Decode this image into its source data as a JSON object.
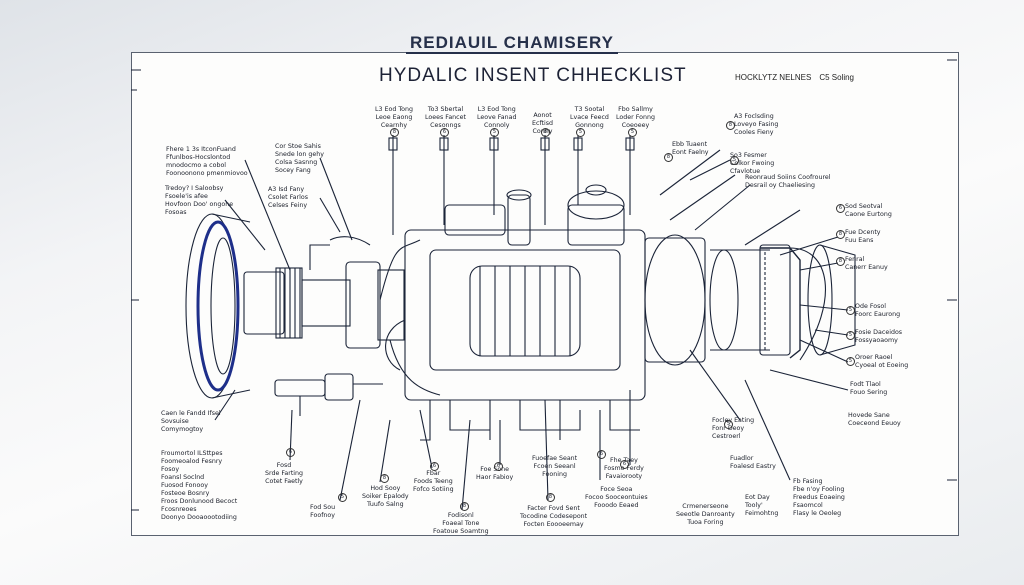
{
  "header": {
    "top_title": "REDIAUIL CHAMISERY",
    "main_title": "HYDALIC INSENT CHHECKLIST",
    "corner_note_a": "HOCKLYTZ NELNES",
    "corner_note_b": "C5 Soling"
  },
  "colors": {
    "ink": "#1b2438",
    "accent": "#1e2f8a",
    "paper": "#fdfdfc"
  },
  "labels": {
    "top1": "L3 Eod Tong\nLeoe Eaong\nCearnhy",
    "top2": "To3 Sbertal\nLoees Fancet\nCesonngs",
    "top3": "L3 Eod Tong\nLeove Fanad\nConnoly",
    "top4": "Aonot\nEcftisd\nConny",
    "top5": "T3 Sootal\nLvace Feecd\nGonnong",
    "top6": "Fbo Sallmy\nLoder Fonng\nCoeoeey",
    "r1": "Ebb Tuaent\nEont Faelny",
    "r2": "A3 Foclsding\nLoveyo Fasing\nCooles Fieny",
    "r3": "So3 Fesmer\nColkor Fwoing\nCfavlotue",
    "r4": "Reonraud Soiins Coofrourel\nDesrail oy Chaeliesing",
    "r5": "Sod Seotval\nCaone Eurtong",
    "r6": "Fue Dcenty\nFuu Eans",
    "r7": "Fenral\nCanerr Eanuy",
    "r8": "Ode Fosol\nFoorc Eaurong",
    "r9": "Fosie Daceidos\nFossyaoaomy",
    "r10": "Oroer Raoel\nCyoeal ot Eoeing",
    "r11": "Fodt Tlaol\nFouo Sering",
    "r12": "Hovede Sane\nCoeceond Eeuoy",
    "r13": "Focley Eating\nFonr Deoy\nCestroerl",
    "r14": "Fuadlor\nFoalesd Eastry",
    "r15": "Eot Day\nTooly'\nFeimohtng",
    "l1": "Fhere 1 3s ItconFuand\nFfunlbos-Hocslontod\nmnodocmo a cobol\nFoonoonono pmenmiovoo",
    "l2": "Cor Stoe Sahis\nSnede lon gehy\nColsa Sasnng\nSocey Fang",
    "l3": "Tredoy? I Saloobsy\nFsoele'is afee\nHovfoon Doo' ongone\nFosoas",
    "l4": "A3 Isd Fany\nCsolet Farlos\nCelses Feiny",
    "l5": "Caen le Fandd Ifsel\nSovsuise\nComymogtoy",
    "l6": "Froumortol ILSttpes\nFoomeoalod Fesnry\nFosoy\nFoansl Soclnd\nFuosod Fonooy\nFosteoe Bosnry\nFroos Donlunood Becoct\nFcosnreoes\nDoonyo Dooaoootodiing",
    "b1": "Fosd\nSrde Farting\nCotet Faetly",
    "b2": "Fod Sou\nFoofnoy",
    "b3": "Hod Sooy\nSoiker Epalody\nTuufo Salng",
    "b4": "Fbar\nFoods Teeng\nFofco Sotiing",
    "b5": "Fodisonl\nFoaeal Tone\nFoatoue Soamtng",
    "b6": "Foe Sone\nHaor Fabioy",
    "b7": "Fuoefae Seant\nFcoen Seeanl\nFooning",
    "b8": "Facter Fovd Sent\nTocodine Codesepont\nFocten Eoooeemay",
    "b9": "Foce Seoa\nFocoo Sooceontuies\nFooodo Eeaed",
    "b10": "Fhe Taey\nFosmo Ferdy\nFavaiorooty",
    "b11": "Crmenerseone\nSeeotle Danroanty\nTuoa Foring",
    "b12": "Fb Fasing\nFbe n'oy Fooling\nFreedus Eoaeing\nFsaomcol\nFlasy le Oeoleg"
  },
  "markers": [
    "8",
    "6",
    "5",
    "8",
    "5",
    "5",
    "8",
    "8",
    "5",
    "6",
    "8",
    "8",
    "5",
    "5",
    "5",
    "5",
    "6",
    "8",
    "6",
    "6",
    "8",
    "5",
    "6",
    "8",
    "6"
  ]
}
